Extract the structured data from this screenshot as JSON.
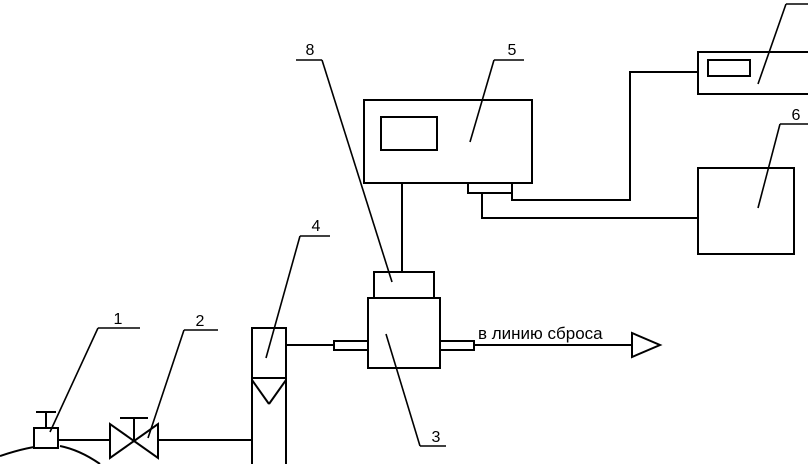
{
  "labels": {
    "n1": "1",
    "n2": "2",
    "n3": "3",
    "n4": "4",
    "n5": "5",
    "n6": "6",
    "n8": "8"
  },
  "exhaust_text": "в линию сброса"
}
